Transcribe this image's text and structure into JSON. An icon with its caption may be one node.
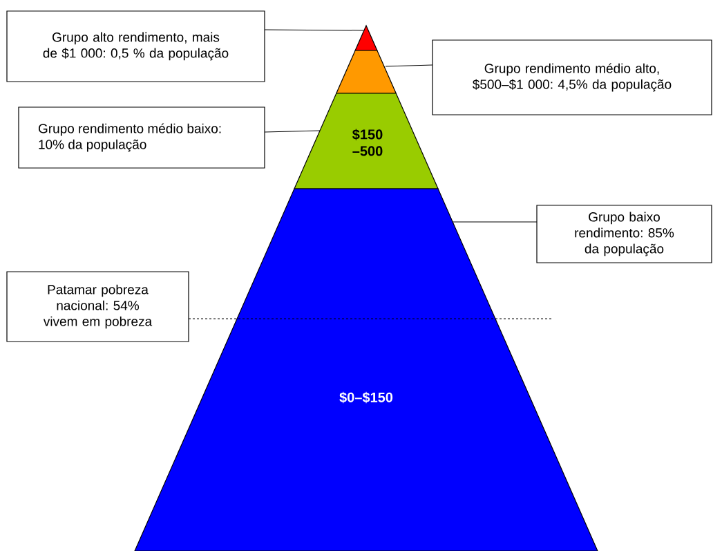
{
  "diagram": {
    "nodes": [
      {
        "text": [
          "Grupo alto rendimento, mais de $1 000: 0,5 % da população"
        ]
      },
      {
        "text": [],
        "shape": "triangle"
      },
      {
        "text": [
          "Grupo rendimento médio alto, $500–$1 000: 4,5% da população"
        ]
      },
      {
        "text": [],
        "shape": "trapezoid"
      },
      {
        "text": [
          "Grupo rendimento médio baixo: 10% da população"
        ]
      },
      {
        "text": [
          "$150 –500"
        ]
      },
      {
        "text": [
          "Grupo baixo rendimento: 85% da população"
        ]
      },
      {
        "text": [
          "$0–$150"
        ]
      },
      {
        "text": [
          "Patamar pobreza nacional: 54% vivem em pobreza"
        ]
      }
    ],
    "edges": [
      {
        "from": 0,
        "to": 1,
        "arrow": "none"
      },
      {
        "from": 2,
        "to": 3,
        "arrow": "none"
      },
      {
        "from": 4,
        "to": 5,
        "arrow": "none"
      },
      {
        "from": 6,
        "to": 7,
        "arrow": "none"
      },
      {
        "from": 8,
        "to": null,
        "arrow": "none",
        "style": "dashed"
      }
    ]
  }
}
